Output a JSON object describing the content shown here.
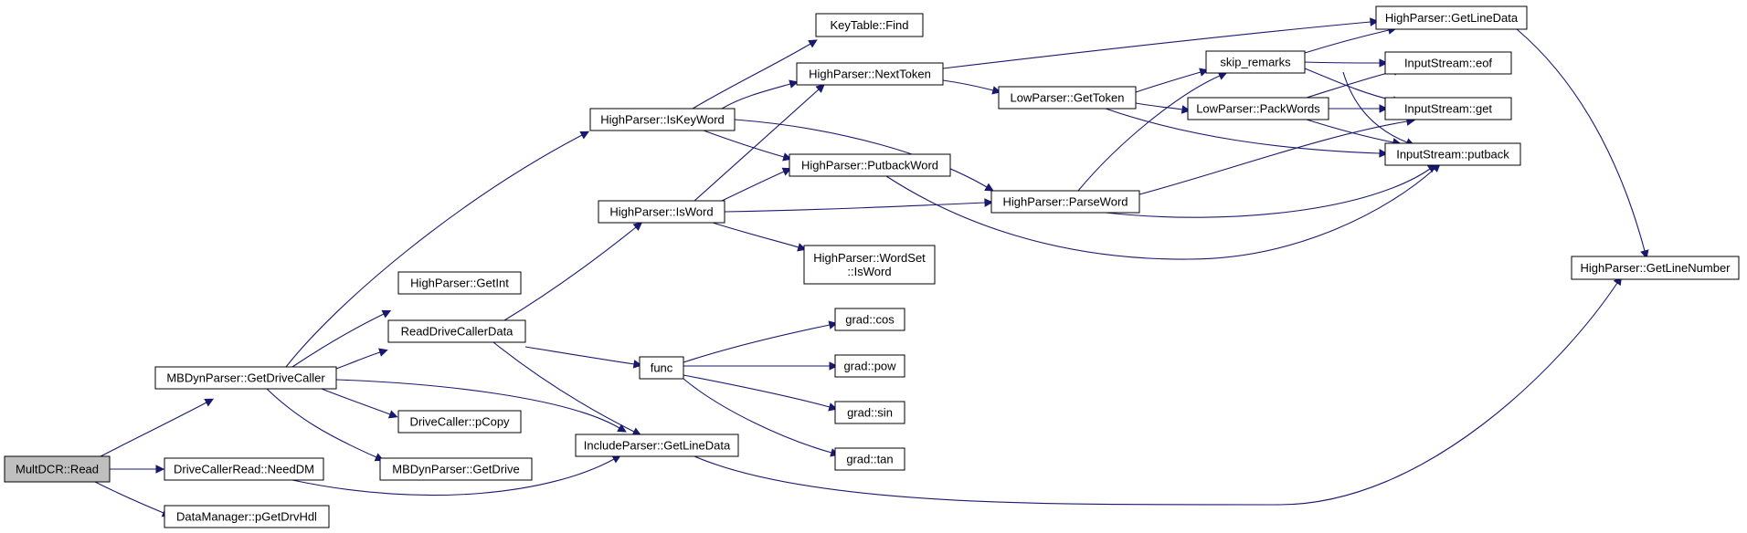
{
  "colors": {
    "root_fill": "#bfbfbf",
    "node_fill": "#ffffff",
    "border": "#000000",
    "edge": "#191970"
  },
  "nodes": [
    {
      "id": "multdcr",
      "lines": [
        "MultDCR::Read"
      ],
      "root": true
    },
    {
      "id": "getdrivecaller",
      "lines": [
        "MBDynParser::GetDriveCaller"
      ]
    },
    {
      "id": "needdm",
      "lines": [
        "DriveCallerRead::NeedDM"
      ]
    },
    {
      "id": "pgetdrvhdl",
      "lines": [
        "DataManager::pGetDrvHdl"
      ]
    },
    {
      "id": "iskeyword",
      "lines": [
        "HighParser::IsKeyWord"
      ]
    },
    {
      "id": "getint",
      "lines": [
        "HighParser::GetInt"
      ]
    },
    {
      "id": "readdrivecallerdata",
      "lines": [
        "ReadDriveCallerData"
      ]
    },
    {
      "id": "pcopy",
      "lines": [
        "DriveCaller::pCopy"
      ]
    },
    {
      "id": "getdrive",
      "lines": [
        "MBDynParser::GetDrive"
      ]
    },
    {
      "id": "include_getlinedata",
      "lines": [
        "IncludeParser::GetLineData"
      ]
    },
    {
      "id": "isword",
      "lines": [
        "HighParser::IsWord"
      ]
    },
    {
      "id": "func",
      "lines": [
        "func"
      ]
    },
    {
      "id": "keytable_find",
      "lines": [
        "KeyTable::Find"
      ]
    },
    {
      "id": "nexttoken",
      "lines": [
        "HighParser::NextToken"
      ]
    },
    {
      "id": "putbackword",
      "lines": [
        "HighParser::PutbackWord"
      ]
    },
    {
      "id": "wordset_isword",
      "lines": [
        "HighParser::WordSet",
        "::IsWord"
      ]
    },
    {
      "id": "grad_cos",
      "lines": [
        "grad::cos"
      ]
    },
    {
      "id": "grad_pow",
      "lines": [
        "grad::pow"
      ]
    },
    {
      "id": "grad_sin",
      "lines": [
        "grad::sin"
      ]
    },
    {
      "id": "grad_tan",
      "lines": [
        "grad::tan"
      ]
    },
    {
      "id": "lowgettoken",
      "lines": [
        "LowParser::GetToken"
      ]
    },
    {
      "id": "parseword",
      "lines": [
        "HighParser::ParseWord"
      ]
    },
    {
      "id": "skip_remarks",
      "lines": [
        "skip_remarks"
      ]
    },
    {
      "id": "packwords",
      "lines": [
        "LowParser::PackWords"
      ]
    },
    {
      "id": "high_getlinedata",
      "lines": [
        "HighParser::GetLineData"
      ]
    },
    {
      "id": "is_eof",
      "lines": [
        "InputStream::eof"
      ]
    },
    {
      "id": "is_get",
      "lines": [
        "InputStream::get"
      ]
    },
    {
      "id": "is_putback",
      "lines": [
        "InputStream::putback"
      ]
    },
    {
      "id": "getlinenumber",
      "lines": [
        "HighParser::GetLineNumber"
      ]
    }
  ],
  "edges": [
    [
      "multdcr",
      "getdrivecaller"
    ],
    [
      "multdcr",
      "needdm"
    ],
    [
      "multdcr",
      "pgetdrvhdl"
    ],
    [
      "getdrivecaller",
      "iskeyword"
    ],
    [
      "getdrivecaller",
      "getint"
    ],
    [
      "getdrivecaller",
      "readdrivecallerdata"
    ],
    [
      "getdrivecaller",
      "pcopy"
    ],
    [
      "getdrivecaller",
      "getdrive"
    ],
    [
      "getdrivecaller",
      "include_getlinedata"
    ],
    [
      "needdm",
      "include_getlinedata"
    ],
    [
      "iskeyword",
      "keytable_find"
    ],
    [
      "iskeyword",
      "nexttoken"
    ],
    [
      "iskeyword",
      "putbackword"
    ],
    [
      "iskeyword",
      "parseword"
    ],
    [
      "readdrivecallerdata",
      "isword"
    ],
    [
      "readdrivecallerdata",
      "func"
    ],
    [
      "readdrivecallerdata",
      "include_getlinedata"
    ],
    [
      "isword",
      "nexttoken"
    ],
    [
      "isword",
      "putbackword"
    ],
    [
      "isword",
      "parseword"
    ],
    [
      "isword",
      "wordset_isword"
    ],
    [
      "func",
      "grad_cos"
    ],
    [
      "func",
      "grad_pow"
    ],
    [
      "func",
      "grad_sin"
    ],
    [
      "func",
      "grad_tan"
    ],
    [
      "nexttoken",
      "high_getlinedata"
    ],
    [
      "nexttoken",
      "lowgettoken"
    ],
    [
      "putbackword",
      "is_putback"
    ],
    [
      "lowgettoken",
      "skip_remarks"
    ],
    [
      "lowgettoken",
      "packwords"
    ],
    [
      "lowgettoken",
      "is_putback"
    ],
    [
      "parseword",
      "skip_remarks"
    ],
    [
      "parseword",
      "is_get"
    ],
    [
      "parseword",
      "is_putback"
    ],
    [
      "skip_remarks",
      "high_getlinedata"
    ],
    [
      "skip_remarks",
      "is_eof"
    ],
    [
      "skip_remarks",
      "is_get"
    ],
    [
      "skip_remarks",
      "is_putback"
    ],
    [
      "packwords",
      "is_eof"
    ],
    [
      "packwords",
      "is_get"
    ],
    [
      "packwords",
      "is_putback"
    ],
    [
      "high_getlinedata",
      "getlinenumber"
    ],
    [
      "include_getlinedata",
      "getlinenumber"
    ]
  ]
}
